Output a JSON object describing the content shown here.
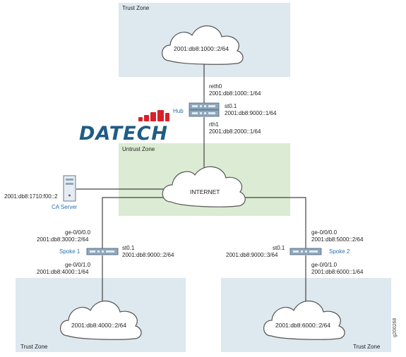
{
  "zones": {
    "trust_top": "Trust Zone",
    "untrust": "Untrust Zone",
    "trust_left": "Trust Zone",
    "trust_right": "Trust Zone"
  },
  "clouds": {
    "top": "2001:db8:1000::2/64",
    "internet": "INTERNET",
    "left": "2001:db8:4000::2/64",
    "right": "2001:db8:6000::2/64"
  },
  "hub": {
    "name": "Hub",
    "reth0_name": "reth0",
    "reth0_addr": "2001:db8:1000::1/64",
    "st_name": "st0.1",
    "st_addr": "2001:db8:9000::1/64",
    "rth1_name": "rth1",
    "rth1_addr": "2001:db8:2000::1/64"
  },
  "ca_server": {
    "addr": "2001:db8:1710:f00::2",
    "name": "CA Server"
  },
  "spoke1": {
    "name": "Spoke 1",
    "ge000_name": "ge-0/0/0.0",
    "ge000_addr": "2001:db8:3000::2/64",
    "st_name": "st0.1",
    "st_addr": "2001:db8:9000::2/64",
    "ge010_name": "ge-0/0/1.0",
    "ge010_addr": "2001:db8:4000::1/64"
  },
  "spoke2": {
    "name": "Spoke 2",
    "ge000_name": "ge-0/0/0.0",
    "ge000_addr": "2001:db8:5000::2/64",
    "st_name": "st0.1",
    "st_addr": "2001:db8:9000::3/64",
    "ge010_name": "ge-0/0/1.0",
    "ge010_addr": "2001:db8:6000::1/64"
  },
  "logo": "DATECH",
  "figure_id": "g200268",
  "colors": {
    "trust_zone": "#dde8ef",
    "untrust_zone": "#dcebd3",
    "label_blue": "#2a6fb3",
    "logo_blue": "#1f5c86",
    "logo_red": "#d9202a"
  }
}
